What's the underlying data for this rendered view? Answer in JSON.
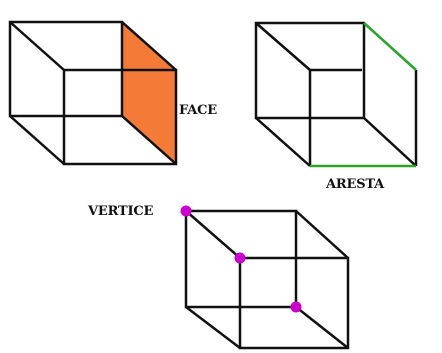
{
  "labels": {
    "face": "FACE",
    "aresta": "ARESTA",
    "vertice": "VERTICE"
  },
  "colors": {
    "edge": "#111111",
    "face_fill": "#f47a38",
    "edge_highlight": "#2aa52a",
    "vertex_marker": "#cc00cc",
    "background": "#ffffff"
  }
}
